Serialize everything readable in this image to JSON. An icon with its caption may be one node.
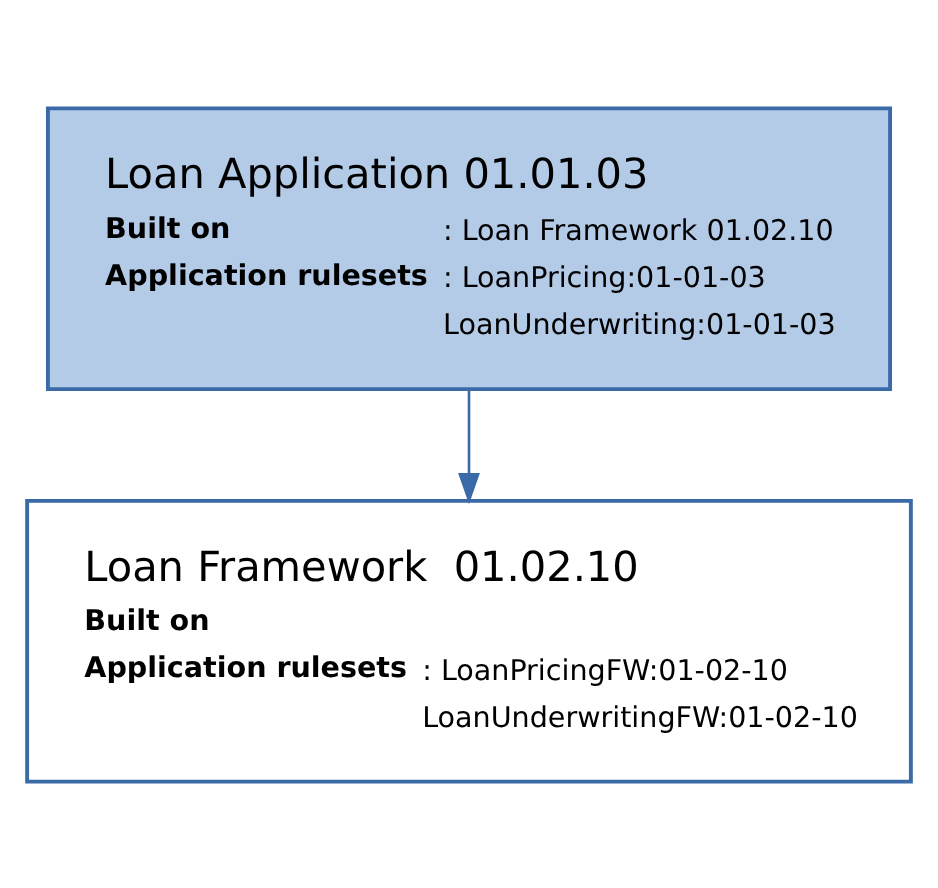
{
  "diagram": {
    "nodes": [
      {
        "text": [
          "Loan Application 01.01.03",
          "Built on",
          ": Loan Framework 01.02.10",
          "Application rulesets",
          ": LoanPricing:01-01-03",
          "LoanUnderwriting:01-01-03"
        ]
      },
      {
        "text": [
          "Loan Framework  01.02.10",
          "Built on",
          "Application rulesets",
          ": LoanPricingFW:01-02-10",
          "LoanUnderwritingFW:01-02-10"
        ]
      }
    ],
    "edges": [
      {
        "from": 0,
        "to": 1,
        "arrow": "to"
      }
    ]
  }
}
